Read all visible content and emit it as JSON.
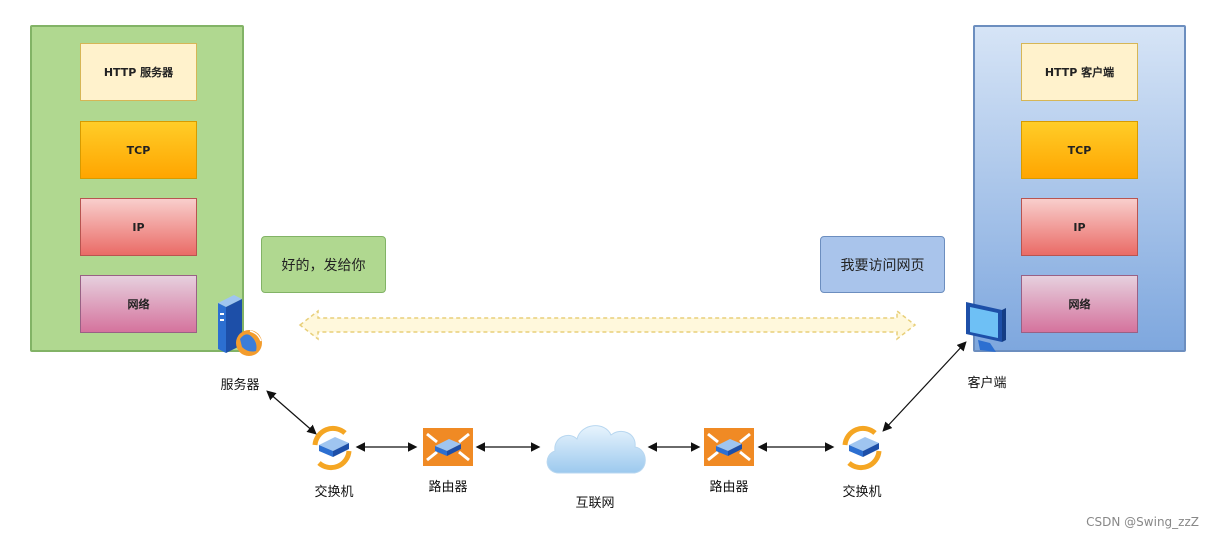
{
  "server_stack": {
    "layers": [
      "HTTP 服务器",
      "TCP",
      "IP",
      "网络"
    ]
  },
  "client_stack": {
    "layers": [
      "HTTP 客户端",
      "TCP",
      "IP",
      "网络"
    ]
  },
  "bubbles": {
    "server_reply": "好的，发给你",
    "client_request": "我要访问网页"
  },
  "nodes": {
    "server": "服务器",
    "client": "客户端",
    "switch_left": "交换机",
    "router_left": "路由器",
    "internet": "互联网",
    "router_right": "路由器",
    "switch_right": "交换机"
  },
  "watermark": "CSDN @Swing_zzZ",
  "colors": {
    "server_green": "#b0d890",
    "client_blue": "#a9c4eb",
    "http_yellow": "#fff2cc",
    "tcp_orange": "#ffa500",
    "ip_red": "#ea6b66",
    "net_pink": "#d5739d",
    "router_orange": "#f08a24"
  }
}
